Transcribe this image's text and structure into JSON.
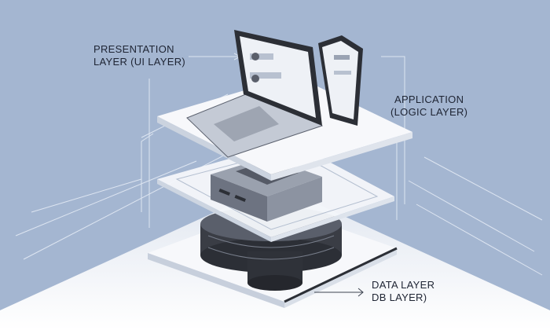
{
  "labels": {
    "presentation": {
      "line1": "PRESENTATION",
      "line2": "LAYER (UI LAYER)"
    },
    "application": {
      "line1": "APPLICATION",
      "line2": "(LOGIC LAYER)"
    },
    "data": {
      "line1": "DATA LAYER",
      "line2": "DB LAYER)"
    }
  },
  "colors": {
    "background": "#a4b6d1",
    "floor": "#f3f5f9",
    "plate": "#f7f8fb",
    "dark": "#2c2f36"
  }
}
